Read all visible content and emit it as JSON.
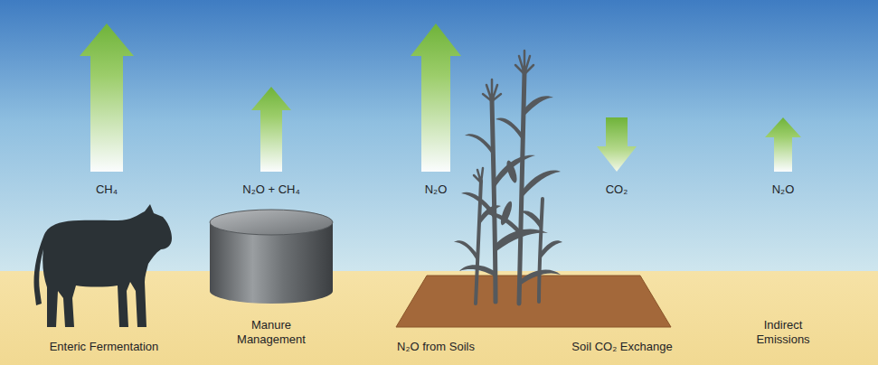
{
  "diagram": {
    "labels": [
      "CH₄",
      "N₂O + CH₄",
      "N₂O",
      "CO₂",
      "N₂O",
      "Enteric Fermentation",
      "Manure Management",
      "N₂O from Soils",
      "Soil CO₂ Exchange",
      "Indirect Emissions"
    ]
  }
}
